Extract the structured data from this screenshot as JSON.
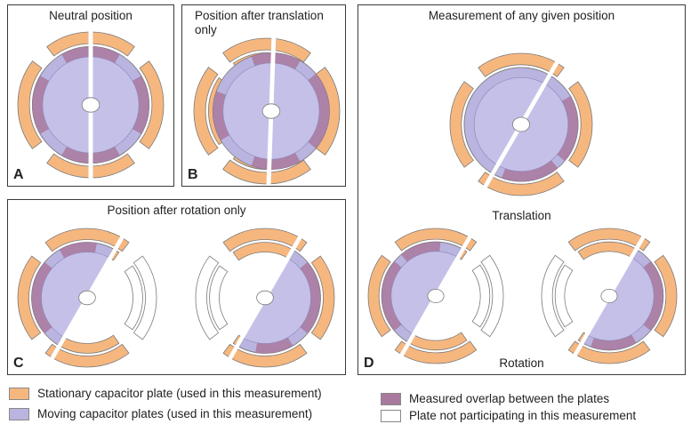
{
  "panels": {
    "a": {
      "label": "A",
      "title": "Neutral position"
    },
    "b": {
      "label": "B",
      "title": "Position after translation only"
    },
    "c": {
      "label": "C",
      "title": "Position after rotation only"
    },
    "d": {
      "label": "D",
      "title": "Measurement of any given position",
      "translation_label": "Translation",
      "rotation_label": "Rotation"
    }
  },
  "legend": [
    {
      "text": "Stationary capacitor plate (used in this measurement)",
      "color": "#f6b77f"
    },
    {
      "text": "Moving capacitor plates (used in this measurement)",
      "color": "#b9b5e0"
    },
    {
      "text": "Measured overlap between the plates",
      "color": "#a9799e"
    },
    {
      "text": "Plate not participating in this measurement",
      "color": "#ffffff"
    }
  ],
  "colors": {
    "stationary": "#f6b77f",
    "moving": "#b9b5e0",
    "overlap": "#a9799e",
    "inactive": "#ffffff",
    "stroke": "#7a7a7a"
  }
}
